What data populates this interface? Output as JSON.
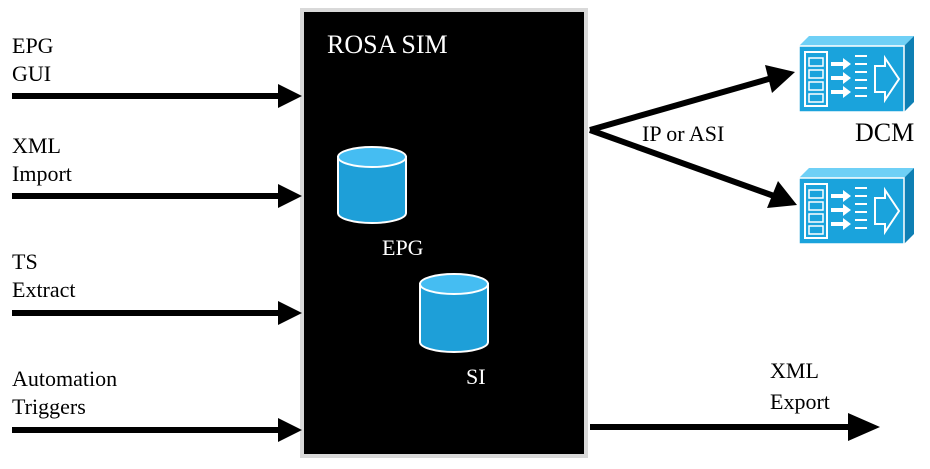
{
  "colors": {
    "box": "#000000",
    "box_border": "#d9d9d9",
    "cylinder": "#29a8e0",
    "cylinder_top": "#3fb7ee",
    "device": "#1aa3dc",
    "arrow": "#000000"
  },
  "inputs": [
    {
      "line1": "EPG",
      "line2": "GUI"
    },
    {
      "line1": "XML",
      "line2": "Import"
    },
    {
      "line1": "TS",
      "line2": "Extract"
    },
    {
      "line1": "Automation",
      "line2": "Triggers"
    }
  ],
  "sim": {
    "title": "ROSA SIM",
    "db_epg": "EPG",
    "db_si": "SI"
  },
  "outputs": {
    "link_label": "IP or ASI",
    "device_label": "DCM",
    "export_line1": "XML",
    "export_line2": "Export"
  },
  "icons": {
    "database": "database-cylinder-icon",
    "device": "dcm-device-icon"
  }
}
